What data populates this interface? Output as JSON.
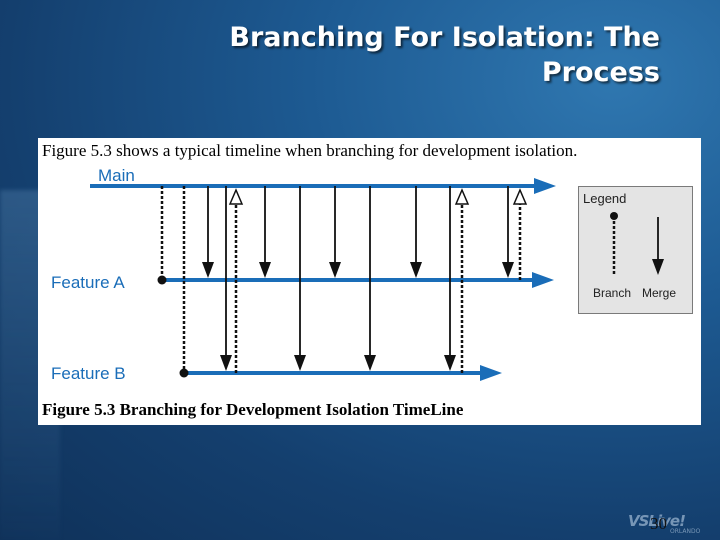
{
  "slide": {
    "title_line1": "Branching For Isolation: The",
    "title_line2": "Process",
    "page_number": "30"
  },
  "figure": {
    "caption_top": "Figure 5.3 shows a typical timeline when branching for development isolation.",
    "caption_bottom": "Figure 5.3 Branching for Development Isolation TimeLine",
    "lanes": {
      "main": "Main",
      "feature_a": "Feature A",
      "feature_b": "Feature B"
    },
    "legend": {
      "title": "Legend",
      "branch": "Branch",
      "merge": "Merge"
    }
  },
  "logo": {
    "text": "VSLive!",
    "sub": "ORLANDO"
  },
  "colors": {
    "lane_blue": "#1a6db8",
    "background": "#1d5a92"
  }
}
